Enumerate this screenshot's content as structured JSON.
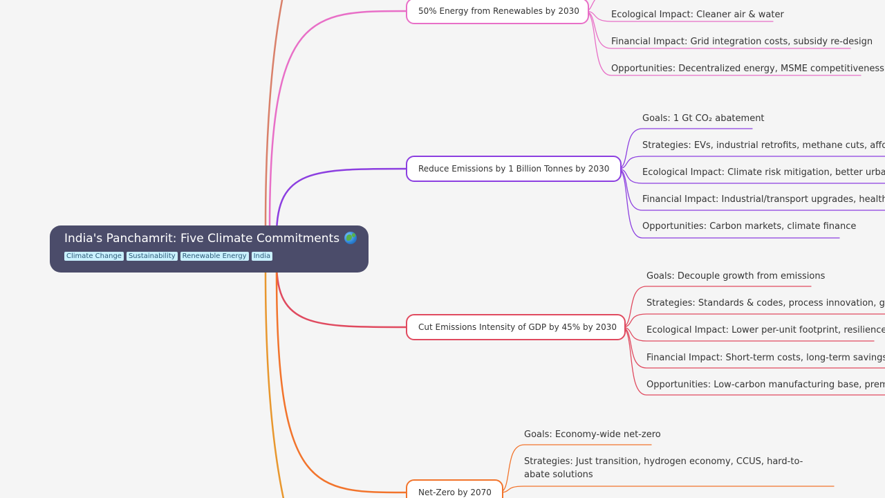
{
  "root": {
    "title": "India's Panchamrit: Five Climate Commitments",
    "tags": [
      "Climate Change",
      "Sustainability",
      "Renewable Energy",
      "India"
    ]
  },
  "branches": [
    {
      "label": "50% Energy from Renewables by 2030",
      "color": "#e86fc7",
      "leaves": [
        "Ecological Impact: Cleaner air & water",
        "Financial Impact: Grid integration costs, subsidy re-design",
        "Opportunities: Decentralized energy, MSME competitiveness"
      ]
    },
    {
      "label": "Reduce Emissions by 1 Billion Tonnes by 2030",
      "color": "#8c3fe0",
      "leaves": [
        "Goals: 1 Gt CO₂ abatement",
        "Strategies: EVs, industrial retrofits, methane cuts, afforestation",
        "Ecological Impact: Climate risk mitigation, better urban health",
        "Financial Impact: Industrial/transport upgrades, health cost savings",
        "Opportunities: Carbon markets, climate finance"
      ]
    },
    {
      "label": "Cut Emissions Intensity of GDP by 45% by 2030",
      "color": "#e04a5f",
      "leaves": [
        "Goals: Decouple growth from emissions",
        "Strategies: Standards & codes, process innovation, green procurement",
        "Ecological Impact: Lower per-unit footprint, resilience",
        "Financial Impact: Short-term costs, long-term savings, trade advantage",
        "Opportunities: Low-carbon manufacturing base, premium exports"
      ]
    },
    {
      "label": "Net-Zero by 2070",
      "color": "#f2742c",
      "leaves": [
        "Goals: Economy-wide net-zero",
        "Strategies: Just transition, hydrogen economy, CCUS, hard-to-abate solutions"
      ]
    }
  ],
  "colors": {
    "background": "#f5f5f5",
    "root_fill": "#4b4c6a",
    "tag_fill": "#c9f1ff",
    "top_offscreen_branch": "#d9806a",
    "bottom_offscreen_branch": "#e8972e"
  },
  "icons": {
    "root_emoji": "globe-icon"
  }
}
